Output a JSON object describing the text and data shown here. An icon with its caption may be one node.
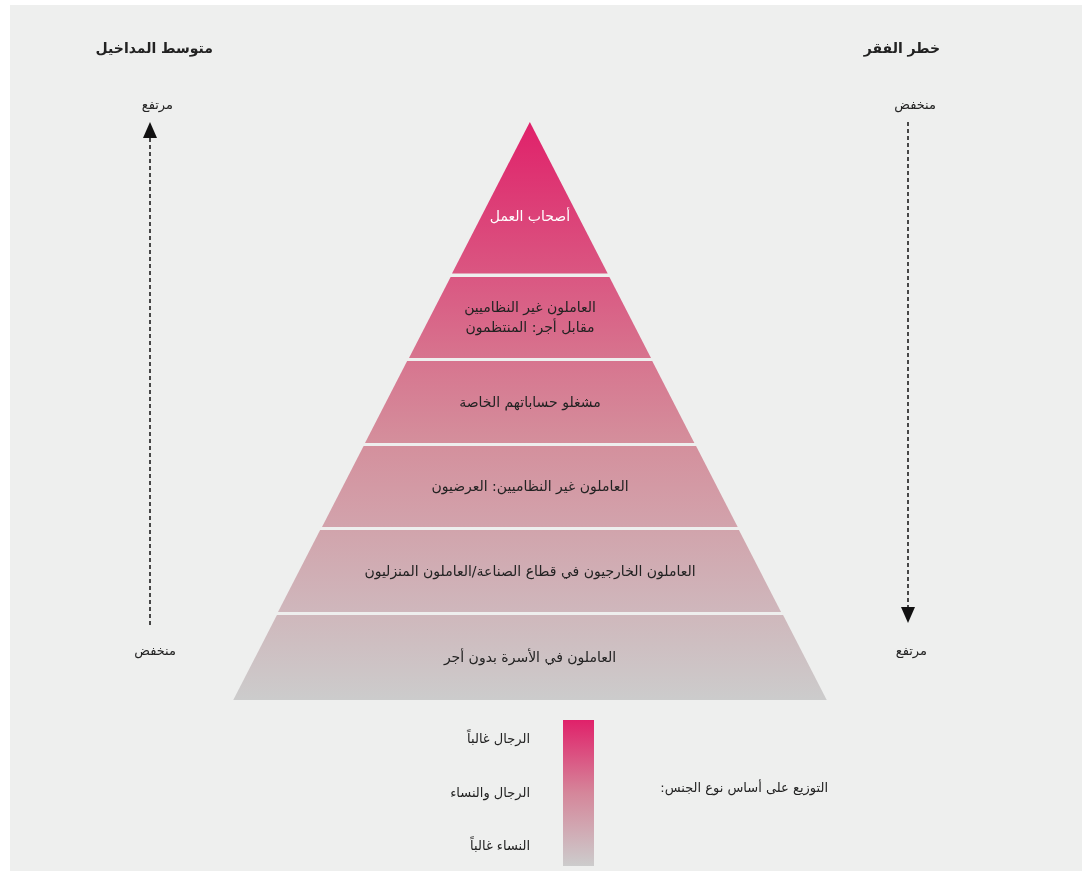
{
  "diagram": {
    "nodes": [
      {
        "text": [
          "أصحاب العمل"
        ]
      },
      {
        "text": [
          "العاملون غير النظاميين مقابل أجر: المنتظمون"
        ]
      },
      {
        "text": [
          "مشغلو حساباتهم الخاصة"
        ]
      },
      {
        "text": [
          "العاملون غير النظاميين: العرضيون"
        ]
      },
      {
        "text": [
          "العاملون الخارجيون في قطاع الصناعة/العاملون المنزليون"
        ]
      },
      {
        "text": [
          "العاملون في الأسرة بدون أجر"
        ]
      },
      {
        "text": [],
        "shape": "bar"
      }
    ],
    "edges": [],
    "labels": [
      "خطر الفقر",
      "متوسط المداخيل",
      "منخفض",
      "مرتفع",
      "مرتفع",
      "منخفض",
      "التوزيع على أساس نوع الجنس:"
    ],
    "legend": [
      {
        "text": "الرجال غالباً"
      },
      {
        "text": "الرجال والنساء"
      },
      {
        "text": "النساء غالباً"
      }
    ]
  }
}
